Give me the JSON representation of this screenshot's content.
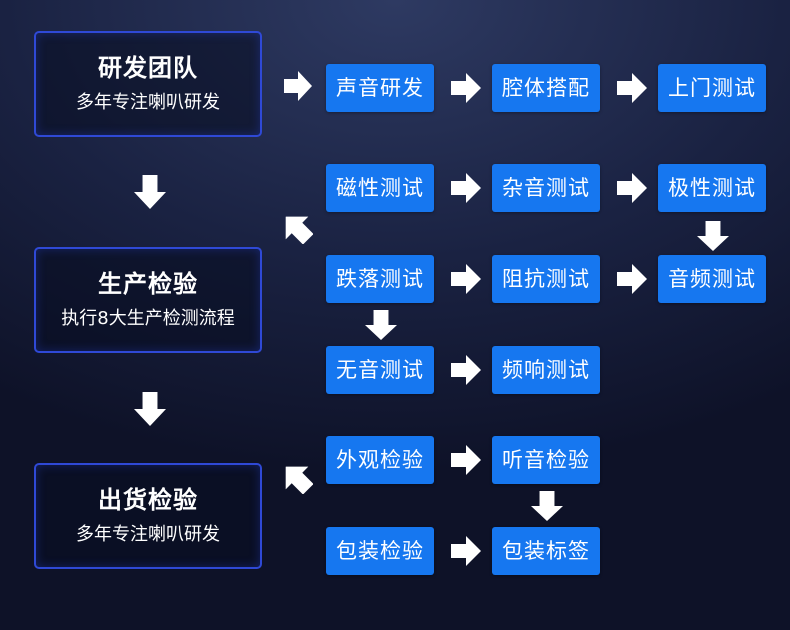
{
  "stages": [
    {
      "title": "研发团队",
      "subtitle": "多年专注喇叭研发"
    },
    {
      "title": "生产检验",
      "subtitle": "执行8大生产检测流程"
    },
    {
      "title": "出货检验",
      "subtitle": "多年专注喇叭研发"
    }
  ],
  "steps": {
    "row1": [
      "声音研发",
      "腔体搭配",
      "上门测试"
    ],
    "row2": [
      "磁性测试",
      "杂音测试",
      "极性测试"
    ],
    "row3": [
      "跌落测试",
      "阻抗测试",
      "音频测试"
    ],
    "row4": [
      "无音测试",
      "频响测试"
    ],
    "row5": [
      "外观检验",
      "听音检验"
    ],
    "row6": [
      "包装检验",
      "包装标签"
    ]
  },
  "colors": {
    "step_fill": "#1677f0",
    "stage_border": "#2f49d6",
    "arrow_fill": "#ffffff"
  }
}
